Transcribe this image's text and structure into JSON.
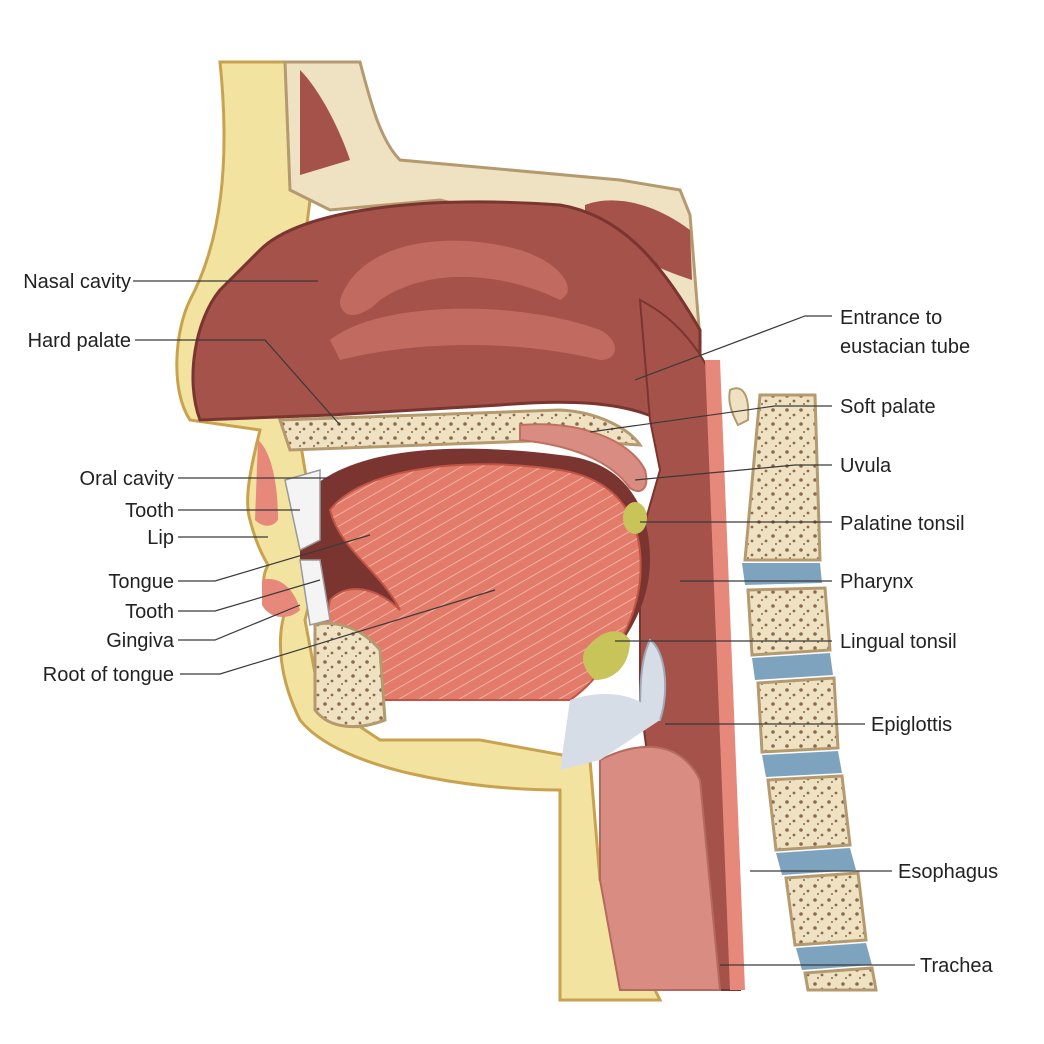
{
  "colors": {
    "skin": "#f3e3a0",
    "skin_edge": "#c9a24f",
    "bone": "#efe2c3",
    "bone_edge": "#b49a6e",
    "cavity": "#a4524a",
    "cavity_dark": "#7a3530",
    "mucosa": "#d98c82",
    "muscle": "#e27b6a",
    "tonsil": "#c8c45a",
    "disc": "#7ea3bf",
    "cartilage": "#d7dde6"
  },
  "labels": {
    "nasal_cavity": "Nasal cavity",
    "hard_palate": "Hard palate",
    "oral_cavity": "Oral cavity",
    "tooth_upper": "Tooth",
    "lip": "Lip",
    "tongue": "Tongue",
    "tooth_lower": "Tooth",
    "gingiva": "Gingiva",
    "root_of_tongue": "Root of tongue",
    "entrance_line1": "Entrance to",
    "entrance_line2": "eustacian tube",
    "soft_palate": "Soft palate",
    "uvula": "Uvula",
    "palatine_tonsil": "Palatine tonsil",
    "pharynx": "Pharynx",
    "lingual_tonsil": "Lingual tonsil",
    "epiglottis": "Epiglottis",
    "esophagus": "Esophagus",
    "trachea": "Trachea"
  }
}
